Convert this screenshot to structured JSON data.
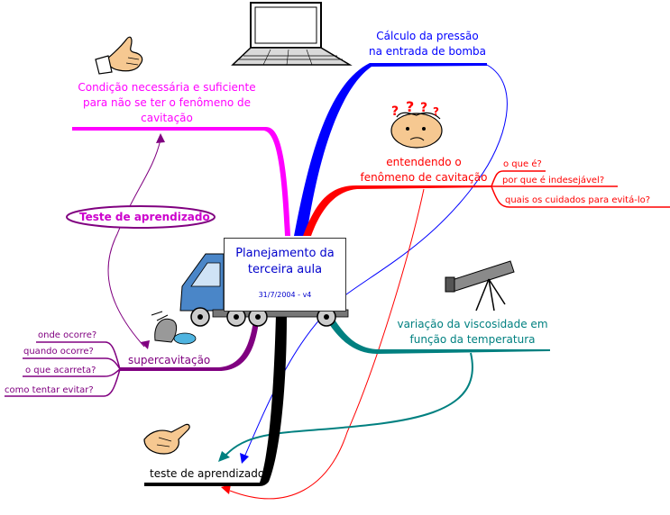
{
  "center": {
    "title_line1": "Planejamento da",
    "title_line2": "terceira aula",
    "version": "31/7/2004 - v4"
  },
  "branches": {
    "blue": {
      "line1": "Cálculo da pressão",
      "line2": "na entrada de bomba",
      "color": "#0000ff"
    },
    "red": {
      "line1": "entendendo o",
      "line2": "fenômeno de cavitação",
      "color": "#ff0000",
      "children": [
        "o que é?",
        "por que é indesejável?",
        "quais os cuidados para evitá-lo?"
      ]
    },
    "magenta": {
      "line1": "Condição necessária e suficiente",
      "line2": "para não se ter o fenômeno de",
      "line3": "cavitação",
      "color": "#ff00ff"
    },
    "teal": {
      "line1": "variação da viscosidade em",
      "line2": "função da temperatura",
      "color": "#008080"
    },
    "purple": {
      "label": "supercavitação",
      "color": "#800080",
      "children": [
        "onde ocorre?",
        "quando ocorre?",
        "o que acarreta?",
        "como tentar evitar?"
      ]
    },
    "black": {
      "label": "teste de aprendizado",
      "color": "#000000"
    }
  },
  "floating_label": {
    "text": "Teste de aprendizado",
    "color": "#cc00cc"
  },
  "icons": [
    "laptop-icon",
    "thumbs-up-icon",
    "confused-face-icon",
    "telescope-icon",
    "truck-icon",
    "hitchhiker-hand-icon",
    "broken-pipe-icon"
  ]
}
